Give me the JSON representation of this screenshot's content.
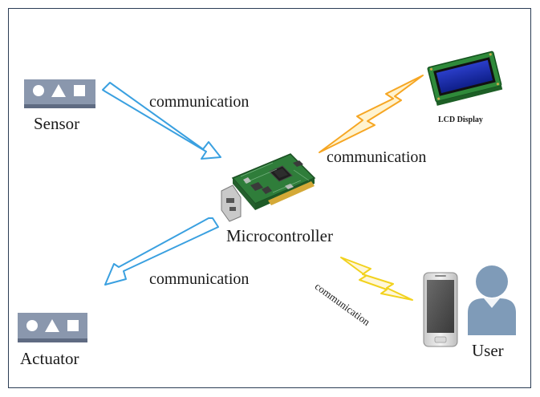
{
  "diagram": {
    "nodes": {
      "sensor": {
        "label": "Sensor"
      },
      "actuator": {
        "label": "Actuator"
      },
      "microcontroller": {
        "label": "Microcontroller"
      },
      "lcd": {
        "label": "LCD Display"
      },
      "user": {
        "label": "User"
      }
    },
    "links": {
      "sensor_to_mcu": {
        "label": "communication"
      },
      "mcu_to_lcd": {
        "label": "communication"
      },
      "mcu_to_actuator": {
        "label": "communication"
      },
      "mcu_to_user": {
        "label": "communication"
      }
    }
  },
  "colors": {
    "border": "#2b3d55",
    "arrow_blue": "#3aa0e0",
    "bolt_orange": "#f6a623",
    "bolt_yellow": "#f2d21e",
    "icon_slate": "#8a97ad",
    "pcb_green": "#2f7d3a",
    "user_blue": "#7f9bb8"
  }
}
